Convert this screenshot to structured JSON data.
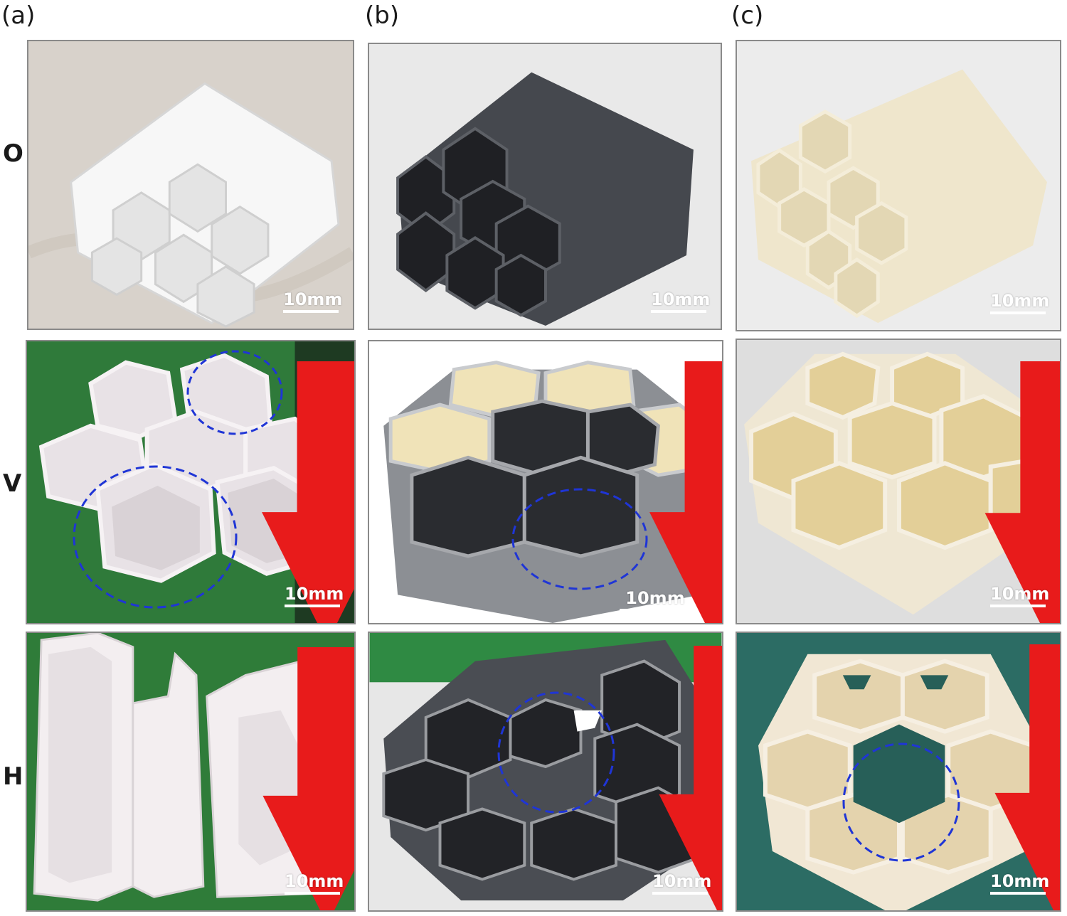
{
  "columns": [
    {
      "label": "(a)"
    },
    {
      "label": "(b)"
    },
    {
      "label": "(c)"
    }
  ],
  "rows": [
    {
      "label": "O"
    },
    {
      "label": "V"
    },
    {
      "label": "H"
    }
  ],
  "scale_bar": {
    "text": "10mm"
  },
  "colors": {
    "arrow": "#e81b1b",
    "dashed_circle": "#1f35d6",
    "white_material": "#f4f4f4",
    "black_material": "#3b3d42",
    "beige_material": "#e9dfc2",
    "green_background": "#2f7a3a",
    "teal_background": "#2e6e66"
  },
  "icons": [
    "red-arrow-icon",
    "dashed-circle-icon",
    "hexagon-cell-icon"
  ]
}
